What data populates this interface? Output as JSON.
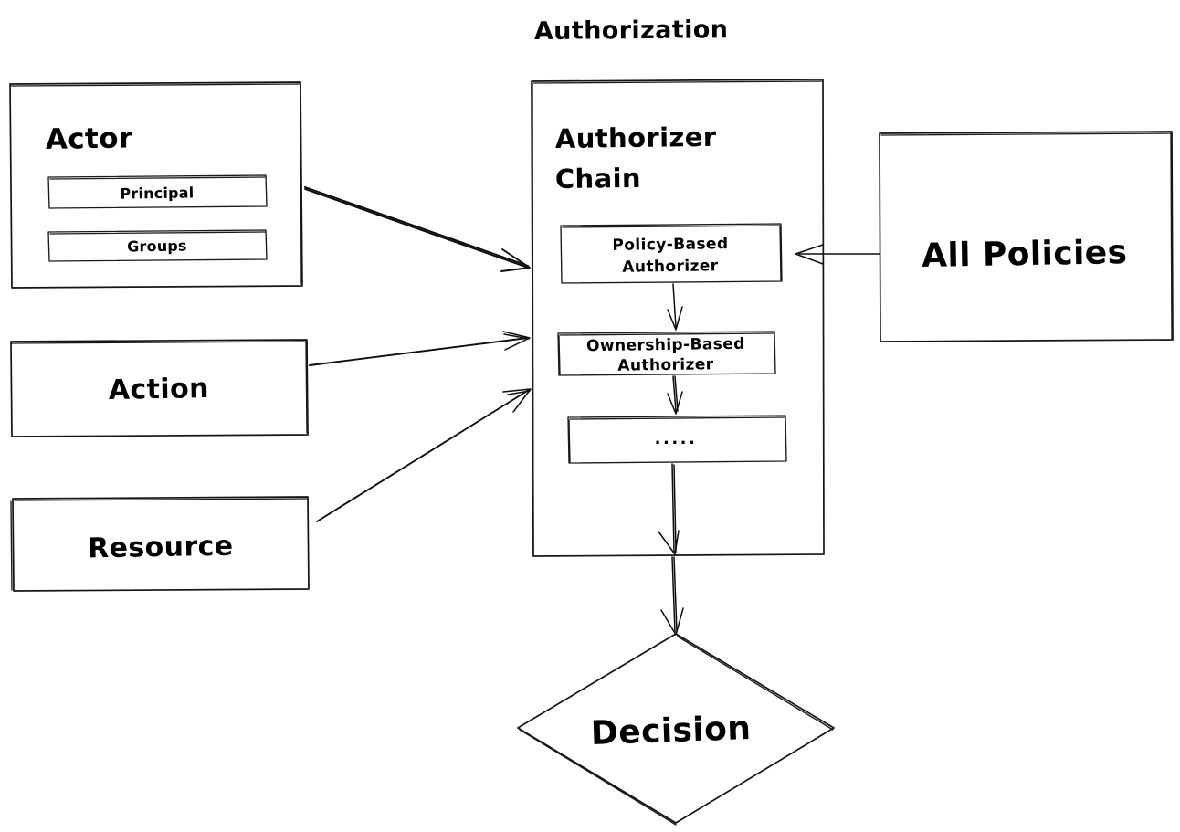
{
  "diagram": {
    "title": "Authorization",
    "style": "hand-drawn",
    "background_color": "#ffffff",
    "stroke_color": "#141414",
    "text_color": "#000000",
    "nodes": [
      {
        "id": "actor",
        "label": "Actor",
        "shape": "rectangle",
        "children": [
          {
            "id": "principal",
            "label": "Principal",
            "shape": "rectangle"
          },
          {
            "id": "groups",
            "label": "Groups",
            "shape": "rectangle"
          }
        ]
      },
      {
        "id": "action",
        "label": "Action",
        "shape": "rectangle",
        "children": []
      },
      {
        "id": "resource",
        "label": "Resource",
        "shape": "rectangle",
        "children": []
      },
      {
        "id": "authorizer-chain",
        "label_line1": "Authorizer",
        "label_line2": "Chain",
        "shape": "rectangle",
        "children": [
          {
            "id": "policy-based-authorizer",
            "label_line1": "Policy-Based",
            "label_line2": "Authorizer",
            "shape": "rectangle"
          },
          {
            "id": "ownership-based-authorizer",
            "label_line1": "Ownership-Based",
            "label_line2": "Authorizer",
            "shape": "rectangle"
          },
          {
            "id": "more-authorizers",
            "label": ".....",
            "shape": "rectangle"
          }
        ]
      },
      {
        "id": "all-policies",
        "label": "All Policies",
        "shape": "rectangle",
        "children": []
      },
      {
        "id": "decision",
        "label": "Decision",
        "shape": "diamond",
        "children": []
      }
    ],
    "edges": [
      {
        "id": "actor-to-chain",
        "from": "actor",
        "to": "authorizer-chain",
        "direction": "right"
      },
      {
        "id": "action-to-chain",
        "from": "action",
        "to": "authorizer-chain",
        "direction": "right"
      },
      {
        "id": "resource-to-chain",
        "from": "resource",
        "to": "authorizer-chain",
        "direction": "up-right"
      },
      {
        "id": "all-policies-to-policy-authorizer",
        "from": "all-policies",
        "to": "policy-based-authorizer",
        "direction": "left"
      },
      {
        "id": "policy-to-ownership",
        "from": "policy-based-authorizer",
        "to": "ownership-based-authorizer",
        "direction": "down"
      },
      {
        "id": "ownership-to-more",
        "from": "ownership-based-authorizer",
        "to": "more-authorizers",
        "direction": "down"
      },
      {
        "id": "more-to-chain-bottom",
        "from": "more-authorizers",
        "to": "authorizer-chain",
        "direction": "down"
      },
      {
        "id": "chain-to-decision",
        "from": "authorizer-chain",
        "to": "decision",
        "direction": "down"
      }
    ]
  }
}
